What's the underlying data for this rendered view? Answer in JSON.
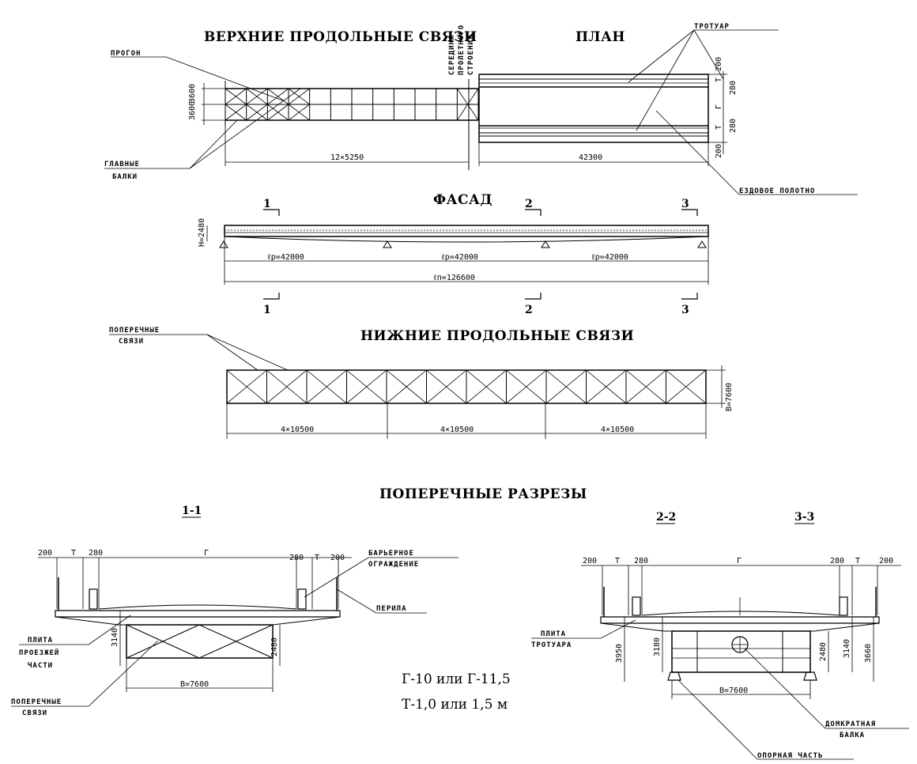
{
  "titles": {
    "top_bracing": "ВЕРХНИЕ ПРОДОЛЬНЫЕ СВЯЗИ",
    "plan": "ПЛАН",
    "facade": "ФАСАД",
    "bottom_bracing": "НИЖНИЕ ПРОДОЛЬНЫЕ СВЯЗИ",
    "cross_sections": "ПОПЕРЕЧНЫЕ РАЗРЕЗЫ"
  },
  "plan_view": {
    "label_progon": "ПРОГОН",
    "label_main_beams_1": "ГЛАВНЫЕ",
    "label_main_beams_2": "БАЛКИ",
    "label_midspan_1": "СЕРЕДИНА",
    "label_midspan_2": "ПРОЛЕТНОГО",
    "label_midspan_3": "СТРОЕНИЯ",
    "label_sidewalk": "ТРОТУАР",
    "label_roadway": "ЕЗДОВОЕ ПОЛОТНО",
    "dim_left_1": "3600",
    "dim_left_2": "3600",
    "dim_span": "12×5250",
    "dim_plan": "42300",
    "dim_r1": "200",
    "dim_r2": "Т",
    "dim_r3": "280",
    "dim_r4": "Г",
    "dim_r5": "280",
    "dim_r6": "Т",
    "dim_r7": "200"
  },
  "facade": {
    "height": "H=2480",
    "span1": "ℓр=42000",
    "span2": "ℓр=42000",
    "span3": "ℓр=42000",
    "total": "ℓп=126600",
    "sec1": "1",
    "sec2": "2",
    "sec3": "3"
  },
  "bottom_bracing": {
    "label_cross_1": "ПОПЕРЕЧНЫЕ",
    "label_cross_2": "СВЯЗИ",
    "dim_width": "В=7600",
    "dim1": "4×10500",
    "dim2": "4×10500",
    "dim3": "4×10500"
  },
  "section_11": {
    "title": "1-1",
    "d200a": "200",
    "dT": "Т",
    "d280a": "280",
    "dG": "Г",
    "d280b": "280",
    "dT2": "Т",
    "d200b": "200",
    "label_barrier_1": "БАРЬЕРНОЕ",
    "label_barrier_2": "ОГРАЖДЕНИЕ",
    "label_rail": "ПЕРИЛА",
    "label_slab_1": "ПЛИТА",
    "label_slab_2": "ПРОЕЗЖЕЙ",
    "label_slab_3": "ЧАСТИ",
    "label_cross_1": "ПОПЕРЕЧНЫЕ",
    "label_cross_2": "СВЯЗИ",
    "d3140": "3140",
    "d2480": "2480",
    "dB": "В=7600"
  },
  "section_22": {
    "title": "2-2",
    "title3": "3-3",
    "d200a": "200",
    "dT": "Т",
    "d280a": "280",
    "dG": "Г",
    "d280b": "280",
    "dT2": "Т",
    "d200b": "200",
    "label_slab_1": "ПЛИТА",
    "label_slab_2": "ТРОТУАРА",
    "d3950": "3950",
    "d3180": "3180",
    "d2480": "2480",
    "d3140": "3140",
    "d3660": "3660",
    "dB": "В=7600",
    "label_jack_1": "ДОМКРАТНАЯ",
    "label_jack_2": "БАЛКА",
    "label_bearing": "ОПОРНАЯ ЧАСТЬ"
  },
  "notes": {
    "line1": "Г-10 или Г-11,5",
    "line2": "Т-1,0 или 1,5 м"
  }
}
